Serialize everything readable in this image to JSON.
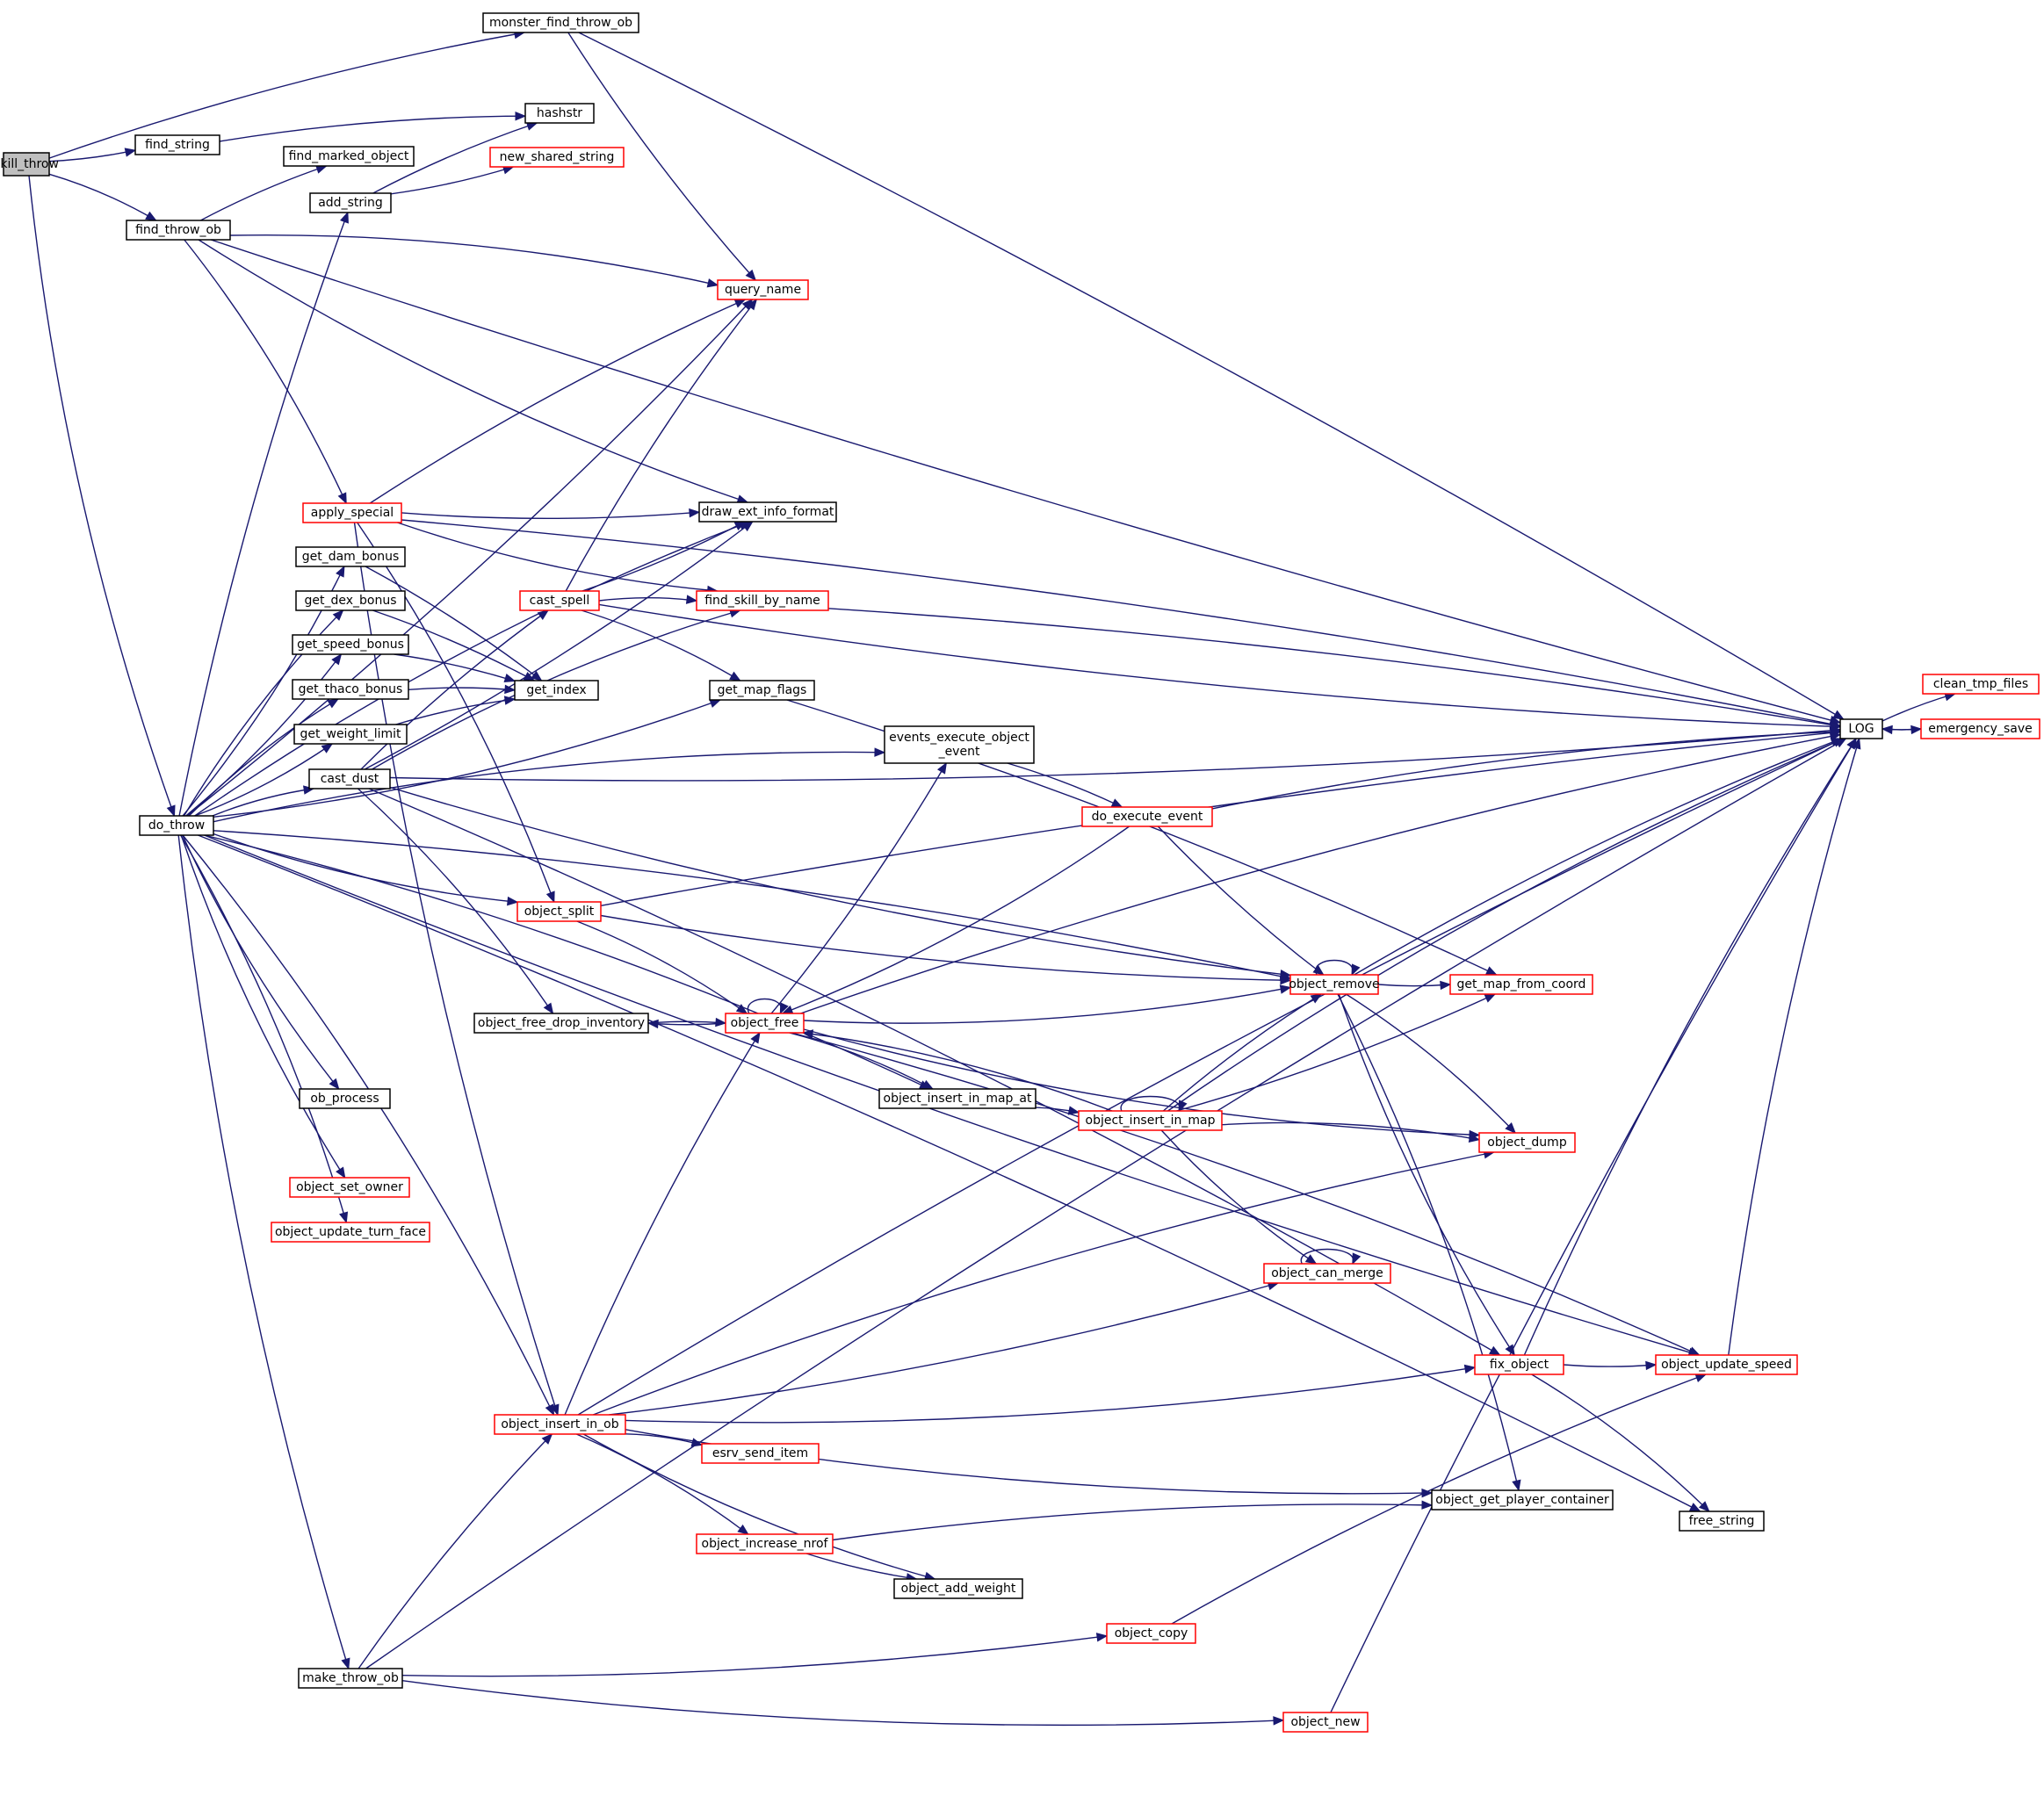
{
  "colors": {
    "edge": "#191970",
    "border_default": "#000000",
    "border_truncated": "#ff0000",
    "root_fill": "#bfbfbf",
    "node_fill": "#ffffff"
  },
  "nodes": [
    {
      "id": "skill_throw",
      "label": "skill_throw",
      "style": "root"
    },
    {
      "id": "monster_find_throw_ob",
      "label": "monster_find_throw_ob",
      "style": "normal"
    },
    {
      "id": "find_string",
      "label": "find_string",
      "style": "normal"
    },
    {
      "id": "hashstr",
      "label": "hashstr",
      "style": "normal"
    },
    {
      "id": "find_marked_object",
      "label": "find_marked_object",
      "style": "normal"
    },
    {
      "id": "new_shared_string",
      "label": "new_shared_string",
      "style": "truncated"
    },
    {
      "id": "add_string",
      "label": "add_string",
      "style": "normal"
    },
    {
      "id": "find_throw_ob",
      "label": "find_throw_ob",
      "style": "normal"
    },
    {
      "id": "query_name",
      "label": "query_name",
      "style": "truncated"
    },
    {
      "id": "apply_special",
      "label": "apply_special",
      "style": "truncated"
    },
    {
      "id": "draw_ext_info_format",
      "label": "draw_ext_info_format",
      "style": "normal"
    },
    {
      "id": "get_dam_bonus",
      "label": "get_dam_bonus",
      "style": "normal"
    },
    {
      "id": "cast_spell",
      "label": "cast_spell",
      "style": "truncated"
    },
    {
      "id": "find_skill_by_name",
      "label": "find_skill_by_name",
      "style": "truncated"
    },
    {
      "id": "get_dex_bonus",
      "label": "get_dex_bonus",
      "style": "normal"
    },
    {
      "id": "get_speed_bonus",
      "label": "get_speed_bonus",
      "style": "normal"
    },
    {
      "id": "get_index",
      "label": "get_index",
      "style": "normal"
    },
    {
      "id": "get_thaco_bonus",
      "label": "get_thaco_bonus",
      "style": "normal"
    },
    {
      "id": "get_map_flags",
      "label": "get_map_flags",
      "style": "normal"
    },
    {
      "id": "get_weight_limit",
      "label": "get_weight_limit",
      "style": "normal"
    },
    {
      "id": "cast_dust",
      "label": "cast_dust",
      "style": "normal"
    },
    {
      "id": "do_throw",
      "label": "do_throw",
      "style": "normal"
    },
    {
      "id": "events_execute_object_event",
      "label": "events_execute_object\n_event",
      "style": "normal"
    },
    {
      "id": "do_execute_event",
      "label": "do_execute_event",
      "style": "truncated"
    },
    {
      "id": "object_split",
      "label": "object_split",
      "style": "truncated"
    },
    {
      "id": "object_remove",
      "label": "object_remove",
      "style": "truncated"
    },
    {
      "id": "get_map_from_coord",
      "label": "get_map_from_coord",
      "style": "truncated"
    },
    {
      "id": "object_free_drop_inventory",
      "label": "object_free_drop_inventory",
      "style": "normal"
    },
    {
      "id": "object_free",
      "label": "object_free",
      "style": "truncated"
    },
    {
      "id": "ob_process",
      "label": "ob_process",
      "style": "normal"
    },
    {
      "id": "object_insert_in_map_at",
      "label": "object_insert_in_map_at",
      "style": "normal"
    },
    {
      "id": "object_insert_in_map",
      "label": "object_insert_in_map",
      "style": "truncated"
    },
    {
      "id": "object_dump",
      "label": "object_dump",
      "style": "truncated"
    },
    {
      "id": "object_set_owner",
      "label": "object_set_owner",
      "style": "truncated"
    },
    {
      "id": "object_update_turn_face",
      "label": "object_update_turn_face",
      "style": "truncated"
    },
    {
      "id": "object_can_merge",
      "label": "object_can_merge",
      "style": "truncated"
    },
    {
      "id": "fix_object",
      "label": "fix_object",
      "style": "truncated"
    },
    {
      "id": "object_update_speed",
      "label": "object_update_speed",
      "style": "truncated"
    },
    {
      "id": "object_insert_in_ob",
      "label": "object_insert_in_ob",
      "style": "truncated"
    },
    {
      "id": "esrv_send_item",
      "label": "esrv_send_item",
      "style": "truncated"
    },
    {
      "id": "object_get_player_container",
      "label": "object_get_player_container",
      "style": "normal"
    },
    {
      "id": "free_string",
      "label": "free_string",
      "style": "normal"
    },
    {
      "id": "object_increase_nrof",
      "label": "object_increase_nrof",
      "style": "truncated"
    },
    {
      "id": "object_add_weight",
      "label": "object_add_weight",
      "style": "normal"
    },
    {
      "id": "object_copy",
      "label": "object_copy",
      "style": "truncated"
    },
    {
      "id": "make_throw_ob",
      "label": "make_throw_ob",
      "style": "normal"
    },
    {
      "id": "object_new",
      "label": "object_new",
      "style": "truncated"
    },
    {
      "id": "LOG",
      "label": "LOG",
      "style": "normal"
    },
    {
      "id": "clean_tmp_files",
      "label": "clean_tmp_files",
      "style": "truncated"
    },
    {
      "id": "emergency_save",
      "label": "emergency_save",
      "style": "truncated"
    }
  ],
  "edges": [
    [
      "skill_throw",
      "monster_find_throw_ob"
    ],
    [
      "skill_throw",
      "find_string"
    ],
    [
      "skill_throw",
      "find_throw_ob"
    ],
    [
      "skill_throw",
      "do_throw"
    ],
    [
      "monster_find_throw_ob",
      "LOG"
    ],
    [
      "monster_find_throw_ob",
      "query_name"
    ],
    [
      "find_string",
      "hashstr"
    ],
    [
      "add_string",
      "hashstr"
    ],
    [
      "add_string",
      "new_shared_string"
    ],
    [
      "find_throw_ob",
      "find_marked_object"
    ],
    [
      "find_throw_ob",
      "LOG"
    ],
    [
      "find_throw_ob",
      "query_name"
    ],
    [
      "find_throw_ob",
      "draw_ext_info_format"
    ],
    [
      "find_throw_ob",
      "apply_special"
    ],
    [
      "apply_special",
      "query_name"
    ],
    [
      "apply_special",
      "draw_ext_info_format"
    ],
    [
      "apply_special",
      "LOG"
    ],
    [
      "apply_special",
      "find_skill_by_name"
    ],
    [
      "apply_special",
      "object_split"
    ],
    [
      "apply_special",
      "object_insert_in_ob"
    ],
    [
      "cast_spell",
      "query_name"
    ],
    [
      "cast_spell",
      "draw_ext_info_format"
    ],
    [
      "cast_spell",
      "find_skill_by_name"
    ],
    [
      "cast_spell",
      "LOG"
    ],
    [
      "cast_spell",
      "get_map_flags"
    ],
    [
      "find_skill_by_name",
      "LOG"
    ],
    [
      "get_dam_bonus",
      "get_index"
    ],
    [
      "get_dex_bonus",
      "get_index"
    ],
    [
      "get_speed_bonus",
      "get_index"
    ],
    [
      "get_thaco_bonus",
      "get_index"
    ],
    [
      "get_weight_limit",
      "get_index"
    ],
    [
      "get_map_flags",
      "get_map_from_coord"
    ],
    [
      "cast_dust",
      "cast_spell"
    ],
    [
      "cast_dust",
      "draw_ext_info_format"
    ],
    [
      "cast_dust",
      "find_skill_by_name"
    ],
    [
      "cast_dust",
      "LOG"
    ],
    [
      "cast_dust",
      "object_free_drop_inventory"
    ],
    [
      "cast_dust",
      "object_remove"
    ],
    [
      "cast_dust",
      "fix_object"
    ],
    [
      "do_throw",
      "add_string"
    ],
    [
      "do_throw",
      "query_name"
    ],
    [
      "do_throw",
      "draw_ext_info_format"
    ],
    [
      "do_throw",
      "get_dam_bonus"
    ],
    [
      "do_throw",
      "get_dex_bonus"
    ],
    [
      "do_throw",
      "get_speed_bonus"
    ],
    [
      "do_throw",
      "get_thaco_bonus"
    ],
    [
      "do_throw",
      "get_weight_limit"
    ],
    [
      "do_throw",
      "cast_dust"
    ],
    [
      "do_throw",
      "get_map_flags"
    ],
    [
      "do_throw",
      "events_execute_object_event"
    ],
    [
      "do_throw",
      "object_split"
    ],
    [
      "do_throw",
      "object_remove"
    ],
    [
      "do_throw",
      "ob_process"
    ],
    [
      "do_throw",
      "object_insert_in_map_at"
    ],
    [
      "do_throw",
      "object_set_owner"
    ],
    [
      "do_throw",
      "object_update_turn_face"
    ],
    [
      "do_throw",
      "object_update_speed"
    ],
    [
      "do_throw",
      "object_insert_in_ob"
    ],
    [
      "do_throw",
      "make_throw_ob"
    ],
    [
      "do_throw",
      "free_string"
    ],
    [
      "events_execute_object_event",
      "do_execute_event"
    ],
    [
      "do_execute_event",
      "LOG"
    ],
    [
      "do_execute_event",
      "object_remove"
    ],
    [
      "do_execute_event",
      "object_free"
    ],
    [
      "object_split",
      "LOG"
    ],
    [
      "object_split",
      "object_remove"
    ],
    [
      "object_split",
      "object_free"
    ],
    [
      "object_remove",
      "object_remove"
    ],
    [
      "object_remove",
      "LOG"
    ],
    [
      "object_remove",
      "get_map_from_coord"
    ],
    [
      "object_remove",
      "object_dump"
    ],
    [
      "object_remove",
      "fix_object"
    ],
    [
      "object_remove",
      "object_get_player_container"
    ],
    [
      "object_free_drop_inventory",
      "object_free"
    ],
    [
      "object_free",
      "object_free"
    ],
    [
      "object_free",
      "object_free_drop_inventory"
    ],
    [
      "object_free",
      "events_execute_object_event"
    ],
    [
      "object_free",
      "LOG"
    ],
    [
      "object_free",
      "object_remove"
    ],
    [
      "object_free",
      "object_insert_in_map_at"
    ],
    [
      "object_free",
      "object_dump"
    ],
    [
      "object_free",
      "object_update_speed"
    ],
    [
      "object_insert_in_map_at",
      "object_insert_in_map"
    ],
    [
      "object_insert_in_map",
      "object_insert_in_map"
    ],
    [
      "object_insert_in_map",
      "object_remove"
    ],
    [
      "object_insert_in_map",
      "get_map_from_coord"
    ],
    [
      "object_insert_in_map",
      "LOG"
    ],
    [
      "object_insert_in_map",
      "object_free"
    ],
    [
      "object_insert_in_map",
      "object_dump"
    ],
    [
      "object_insert_in_map",
      "object_can_merge"
    ],
    [
      "object_can_merge",
      "object_can_merge"
    ],
    [
      "fix_object",
      "LOG"
    ],
    [
      "fix_object",
      "object_update_speed"
    ],
    [
      "fix_object",
      "free_string"
    ],
    [
      "object_update_speed",
      "LOG"
    ],
    [
      "object_insert_in_ob",
      "object_free"
    ],
    [
      "object_insert_in_ob",
      "object_can_merge"
    ],
    [
      "object_insert_in_ob",
      "object_dump"
    ],
    [
      "object_insert_in_ob",
      "fix_object"
    ],
    [
      "object_insert_in_ob",
      "esrv_send_item"
    ],
    [
      "object_insert_in_ob",
      "object_get_player_container"
    ],
    [
      "object_insert_in_ob",
      "object_increase_nrof"
    ],
    [
      "object_insert_in_ob",
      "object_add_weight"
    ],
    [
      "object_insert_in_ob",
      "LOG"
    ],
    [
      "object_increase_nrof",
      "object_get_player_container"
    ],
    [
      "object_increase_nrof",
      "object_add_weight"
    ],
    [
      "object_copy",
      "object_update_speed"
    ],
    [
      "make_throw_ob",
      "object_insert_in_ob"
    ],
    [
      "make_throw_ob",
      "object_copy"
    ],
    [
      "make_throw_ob",
      "LOG"
    ],
    [
      "make_throw_ob",
      "object_new"
    ],
    [
      "object_new",
      "LOG"
    ],
    [
      "LOG",
      "clean_tmp_files"
    ],
    [
      "LOG",
      "emergency_save"
    ],
    [
      "emergency_save",
      "LOG"
    ]
  ]
}
